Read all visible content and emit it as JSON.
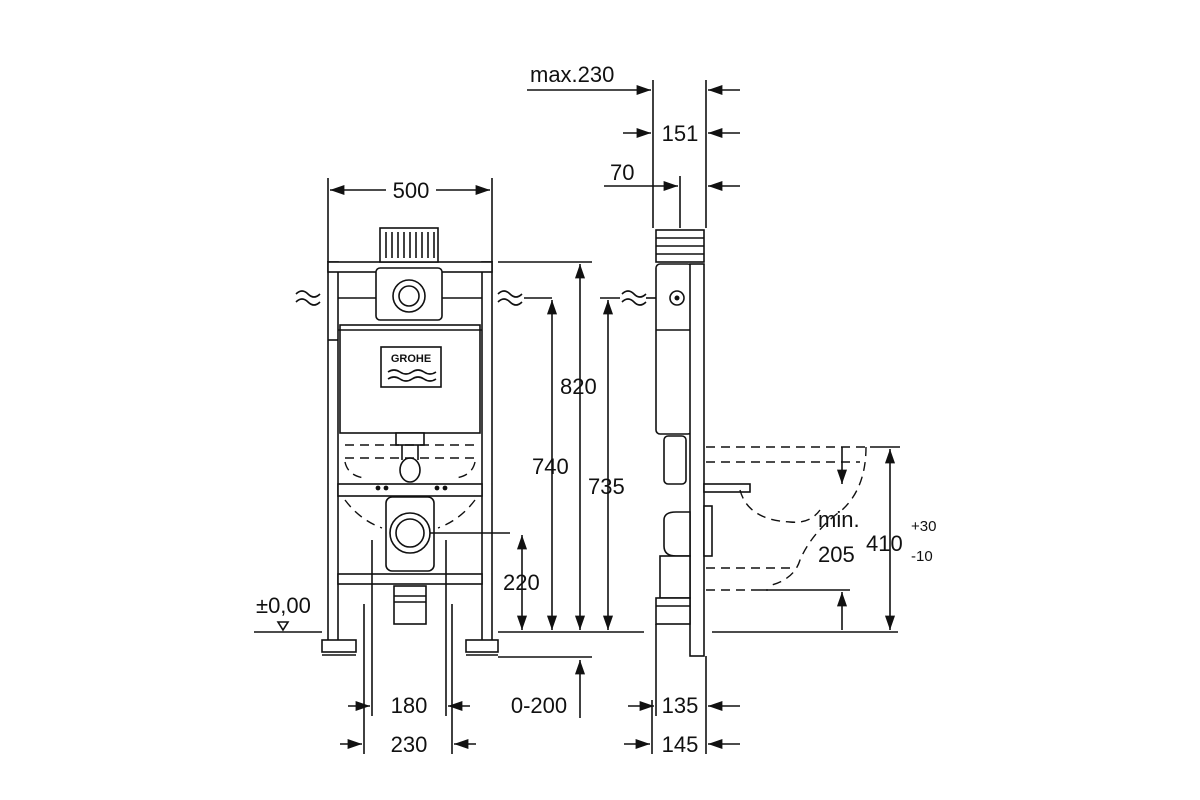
{
  "brand": "GROHE",
  "dimensions": {
    "max_230": "max.230",
    "d151": "151",
    "d70": "70",
    "d500": "500",
    "d820": "820",
    "d740": "740",
    "d735": "735",
    "d220": "220",
    "zero_level": "±0,00",
    "d180": "180",
    "d230": "230",
    "d0_200": "0-200",
    "d135": "135",
    "d145": "145",
    "min_label": "min.",
    "d205": "205",
    "d410": "410",
    "tol_plus": "+30",
    "tol_minus": "-10"
  },
  "colors": {
    "line": "#111111",
    "background": "#ffffff"
  }
}
